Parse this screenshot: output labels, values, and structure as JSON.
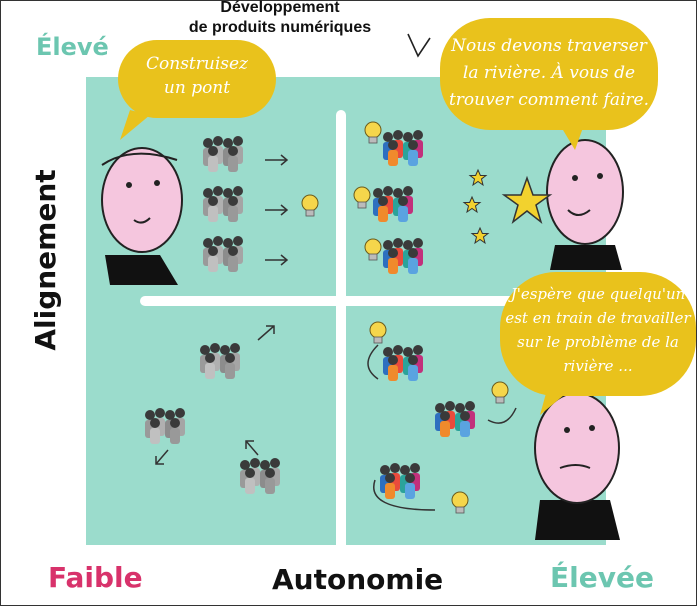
{
  "title": {
    "line1": "Développement",
    "line2": "de produits numériques"
  },
  "labels": {
    "top_left": "Élevé",
    "bottom_left": "Faible",
    "x_axis": "Autonomie",
    "bottom_right": "Élevée",
    "y_axis": "Alignement"
  },
  "bubbles": {
    "top_left": {
      "line1": "Construisez",
      "line2": "un pont"
    },
    "top_right": {
      "line1": "Nous devons traverser",
      "line2": "la rivière. À vous de",
      "line3": "trouver comment faire."
    },
    "bottom_right": {
      "line1": "J'espère que quelqu'un",
      "line2": "est en train de travailler",
      "line3": "sur le problème de la",
      "line4": "rivière ..."
    }
  },
  "colors": {
    "quadrant": "#9bdccc",
    "bubble": "#e9c21c",
    "accent_pink": "#d8326b",
    "accent_teal": "#6cc6b0"
  }
}
